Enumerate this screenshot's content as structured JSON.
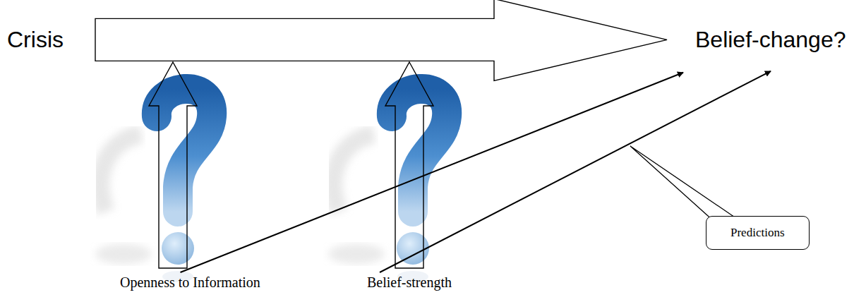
{
  "diagram": {
    "nodes": [
      {
        "text": [
          "Crisis"
        ]
      },
      {
        "text": [
          "Belief-change?"
        ]
      },
      {
        "text": [
          "Openness to Information"
        ]
      },
      {
        "text": [
          "Belief-strength"
        ]
      },
      {
        "text": [
          "Predictions"
        ]
      }
    ],
    "edges": [
      {
        "from": 0,
        "to": 1,
        "arrow": "to"
      },
      {
        "from": 2,
        "to": 1,
        "arrow": "to"
      },
      {
        "from": 3,
        "to": 1,
        "arrow": "to"
      }
    ]
  }
}
